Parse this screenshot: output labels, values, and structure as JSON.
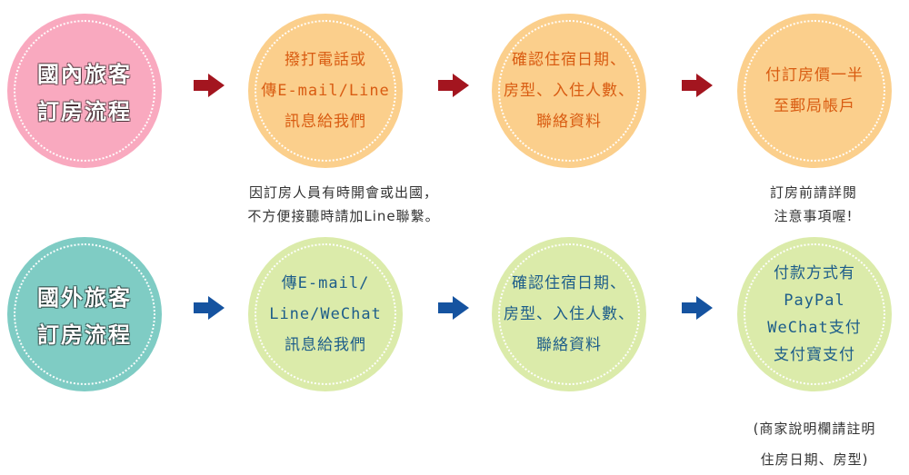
{
  "colors": {
    "domestic_title": "#f9a9bf",
    "domestic_step": "#fbcf8c",
    "domestic_text": "#d95c12",
    "domestic_arrow": "#a3151f",
    "foreign_title": "#7fccc4",
    "foreign_step": "#dbebaa",
    "foreign_text": "#1d5d8a",
    "foreign_arrow": "#1553a0"
  },
  "domestic": {
    "title": [
      "國內旅客",
      "訂房流程"
    ],
    "steps": [
      [
        "撥打電話或",
        "傳E-mail/Line",
        "訊息給我們"
      ],
      [
        "確認住宿日期、",
        "房型、入住人數、",
        "聯絡資料"
      ],
      [
        "付訂房價一半",
        "至郵局帳戶"
      ]
    ],
    "note_call": [
      "因訂房人員有時開會或出國，",
      "不方便接聽時請加Line聯繫。"
    ],
    "note_terms": [
      "訂房前請詳閱",
      "注意事項喔!"
    ]
  },
  "foreign": {
    "title": [
      "國外旅客",
      "訂房流程"
    ],
    "steps": [
      [
        "傳E-mail/",
        "Line/WeChat",
        "訊息給我們"
      ],
      [
        "確認住宿日期、",
        "房型、入住人數、",
        "聯絡資料"
      ],
      [
        "付款方式有",
        "PayPal",
        "WeChat支付",
        "支付寶支付"
      ]
    ],
    "note_payment": [
      "(商家說明欄請註明",
      "住房日期、房型)"
    ]
  }
}
